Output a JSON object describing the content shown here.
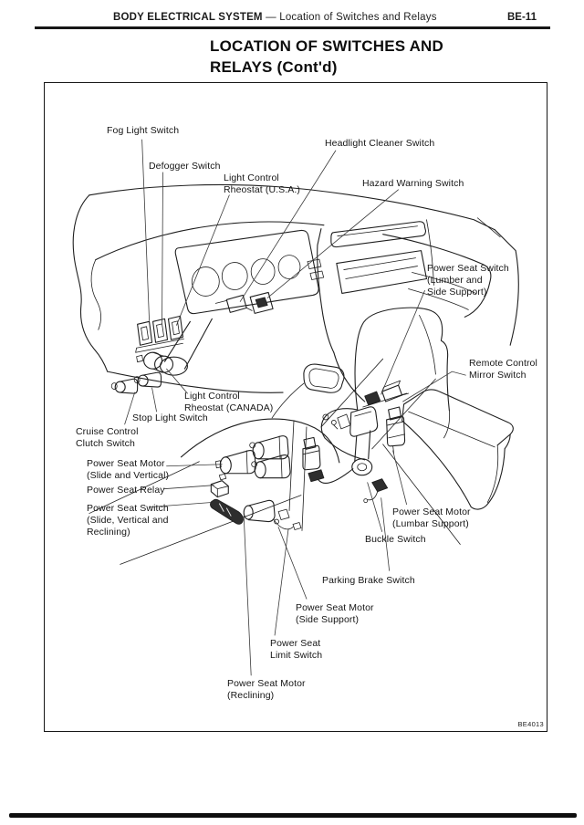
{
  "header": {
    "section": "BODY ELECTRICAL SYSTEM",
    "separator": "—",
    "subtitle": "Location of Switches and Relays",
    "page_number": "BE-11"
  },
  "title": "LOCATION OF SWITCHES AND\nRELAYS (Cont'd)",
  "figure": {
    "code": "BE4013",
    "labels": {
      "fog_light_switch": "Fog Light Switch",
      "headlight_cleaner_switch": "Headlight Cleaner Switch",
      "defogger_switch": "Defogger Switch",
      "light_control_rheostat_usa": "Light Control\nRheostat (U.S.A.)",
      "hazard_warning_switch": "Hazard Warning Switch",
      "power_seat_switch_lumber_side": "Power Seat Switch\n(Lumber and\nSide Support)",
      "remote_control_mirror_switch": "Remote Control\nMirror Switch",
      "light_control_rheostat_canada": "Light Control\nRheostat (CANADA)",
      "stop_light_switch": "Stop Light Switch",
      "cruise_control_clutch_switch": "Cruise Control\nClutch Switch",
      "power_seat_motor_slide_vertical": "Power Seat Motor\n(Slide and Vertical)",
      "power_seat_relay": "Power Seat Relay",
      "power_seat_switch_slide_vertical_reclining": "Power Seat Switch\n(Slide, Vertical and\nReclining)",
      "power_seat_motor_lumbar_support": "Power Seat Motor\n(Lumbar Support)",
      "buckle_switch": "Buckle Switch",
      "parking_brake_switch": "Parking Brake Switch",
      "power_seat_motor_side_support": "Power Seat Motor\n(Side Support)",
      "power_seat_limit_switch": "Power Seat\nLimit Switch",
      "power_seat_motor_reclining": "Power Seat Motor\n(Reclining)"
    }
  },
  "colors": {
    "ink": "#1b1b1b",
    "paper": "#ffffff"
  }
}
